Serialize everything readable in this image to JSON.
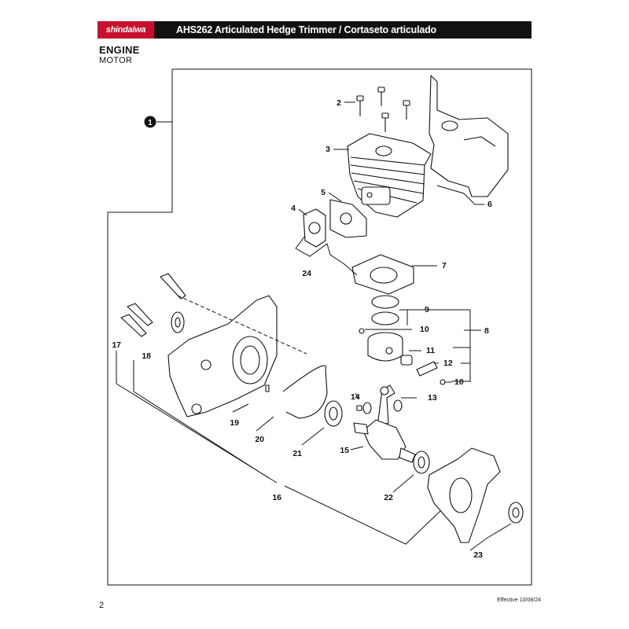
{
  "header": {
    "brand": "shindaiwa",
    "title": "AHS262 Articulated Hedge Trimmer / Cortaseto articulado",
    "accent_color": "#c8102e"
  },
  "section": {
    "title": "ENGINE",
    "subtitle": "MOTOR"
  },
  "assembly_marker": "1",
  "callouts": {
    "c2": "2",
    "c3": "3",
    "c4": "4",
    "c5": "5",
    "c6": "6",
    "c7": "7",
    "c8": "8",
    "c9": "9",
    "c10a": "10",
    "c10b": "10",
    "c11": "11",
    "c12": "12",
    "c13": "13",
    "c14": "14",
    "c15": "15",
    "c16": "16",
    "c17": "17",
    "c18": "18",
    "c19": "19",
    "c20": "20",
    "c21": "21",
    "c22": "22",
    "c23": "23",
    "c24": "24"
  },
  "footer": {
    "page_number": "2",
    "effective": "Effective 10/08/24"
  }
}
